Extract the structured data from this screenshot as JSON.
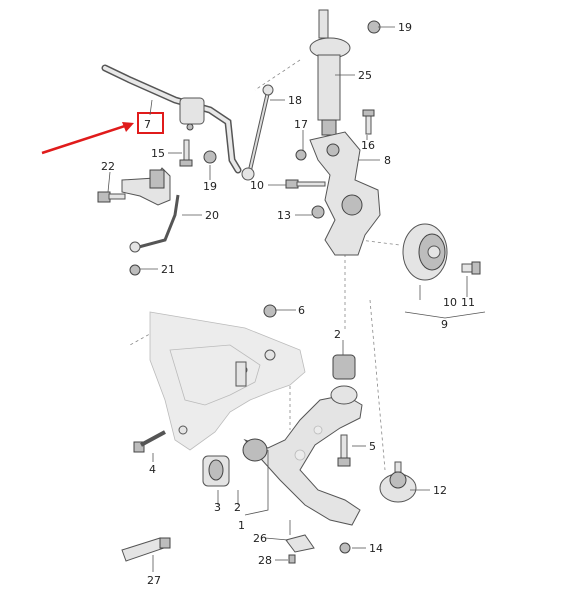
{
  "callouts": {
    "p1": "1",
    "p2a": "2",
    "p2b": "2",
    "p3": "3",
    "p4": "4",
    "p5": "5",
    "p6": "6",
    "p7": "7",
    "p8": "8",
    "p9": "9",
    "p10a": "10",
    "p10b": "10",
    "p11": "11",
    "p12": "12",
    "p13": "13",
    "p14": "14",
    "p15": "15",
    "p16": "16",
    "p17": "17",
    "p18": "18",
    "p19a": "19",
    "p19b": "19",
    "p20": "20",
    "p21": "21",
    "p22": "22",
    "p25": "25",
    "p26": "26",
    "p27": "27",
    "p28": "28"
  },
  "colors": {
    "highlight": "#e01b1b",
    "arrow": "#e01b1b"
  }
}
